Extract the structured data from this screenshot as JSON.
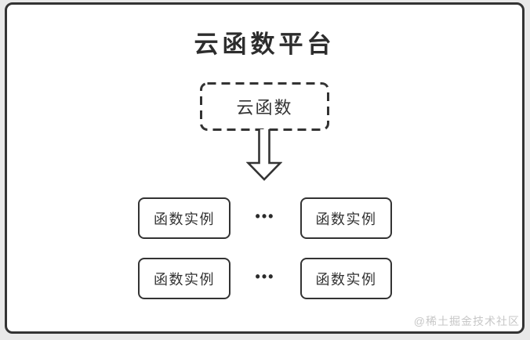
{
  "diagram": {
    "title": "云函数平台",
    "cloud_function": "云函数",
    "ellipsis": "•••",
    "rows": [
      {
        "boxes": [
          "函数实例",
          "函数实例"
        ]
      },
      {
        "boxes": [
          "函数实例",
          "函数实例"
        ]
      }
    ],
    "watermark": "@稀土掘金技术社区",
    "icons": {
      "down_arrow": "down-arrow",
      "ellipsis": "horizontal-ellipsis"
    },
    "colors": {
      "stroke": "#333333",
      "text": "#333333",
      "background": "#ffffff",
      "page_background": "#e9e9e9",
      "watermark": "#c7c7c7"
    }
  }
}
